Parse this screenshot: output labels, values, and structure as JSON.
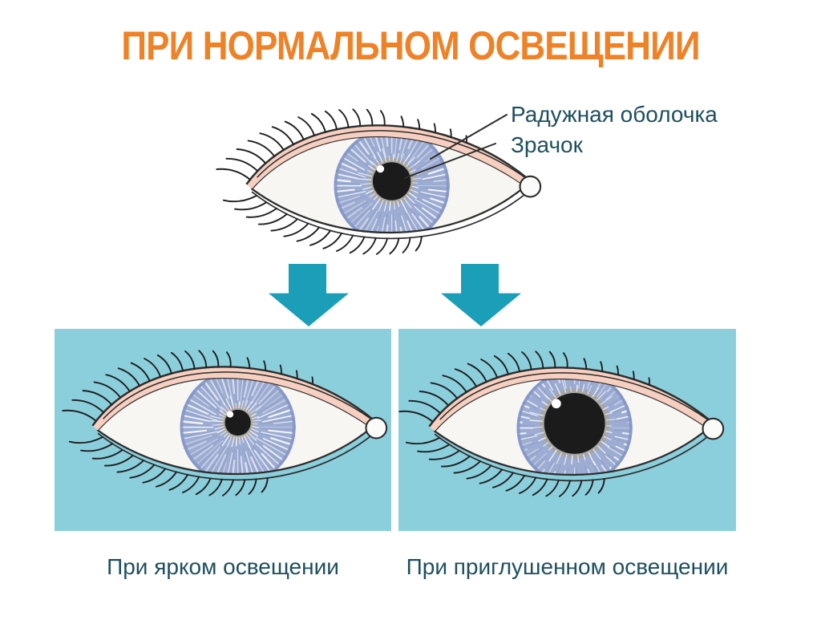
{
  "title": "ПРИ НОРМАЛЬНОМ ОСВЕЩЕНИИ",
  "annotations": {
    "iris": "Радужная оболочка",
    "pupil": "Зрачок"
  },
  "eyes": {
    "normal": {
      "condition": "normal lighting",
      "pupil_ratio": 0.33
    },
    "bright": {
      "condition": "bright lighting",
      "pupil_ratio": 0.23
    },
    "dim": {
      "condition": "dim lighting",
      "pupil_ratio": 0.53
    }
  },
  "panels": [
    {
      "caption": "При ярком освещении"
    },
    {
      "caption": "При приглушенном освещении"
    }
  ],
  "icons": {
    "down_arrow": "down-arrow"
  },
  "colors": {
    "title_orange": "#ef8226",
    "arrow_teal": "#1b9fb8",
    "panel_blue": "#8bcfdc",
    "label_teal": "#1d4f60",
    "iris_blue": "#9dacd2",
    "pupil_black": "#1b1b1b",
    "eyelid_pink": "#f6cfc0",
    "outline_dark": "#2d2d2d"
  }
}
